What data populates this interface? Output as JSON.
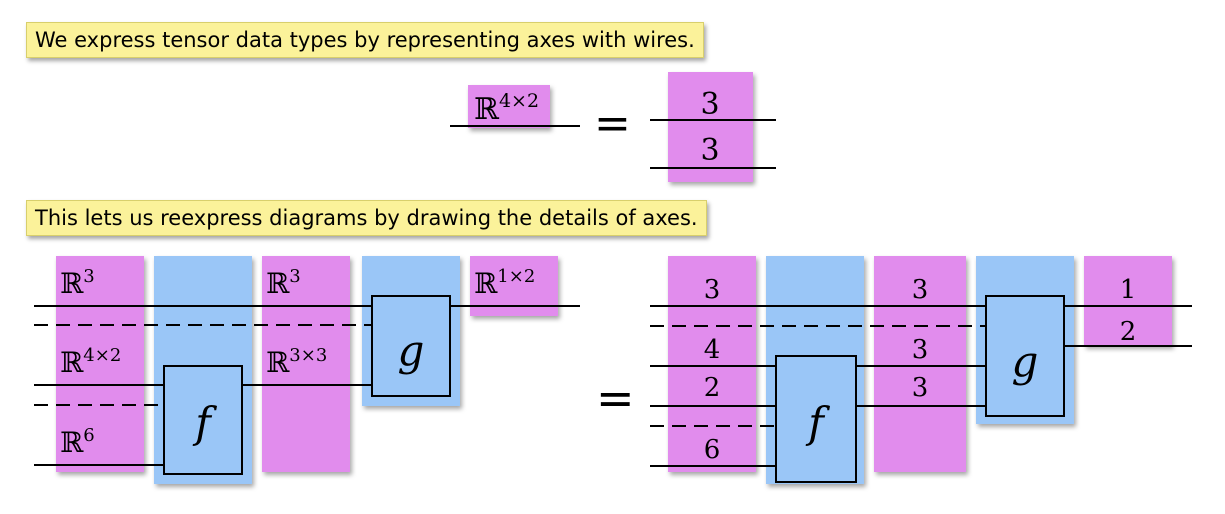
{
  "notes": {
    "top": "We express tensor data types by representing axes with wires.",
    "bottom": "This lets us reexpress diagrams by drawing the details of axes."
  },
  "colors": {
    "type_block": "#e18ced",
    "process_block": "#9ac6f7",
    "note_bg": "#fbf29a",
    "wire": "#000000"
  },
  "top_equation": {
    "lhs": {
      "base": "ℝ",
      "exp": "4×2"
    },
    "equals": "=",
    "rhs_axes": [
      "3",
      "3"
    ]
  },
  "bottom_equation": {
    "lhs": {
      "types": [
        {
          "base": "ℝ",
          "exp": "3"
        },
        {
          "base": "ℝ",
          "exp": "4×2"
        },
        {
          "base": "ℝ",
          "exp": "6"
        },
        {
          "base": "ℝ",
          "exp": "3"
        },
        {
          "base": "ℝ",
          "exp": "3×3"
        },
        {
          "base": "ℝ",
          "exp": "1×2"
        }
      ],
      "processes": [
        "f",
        "g"
      ]
    },
    "equals": "=",
    "rhs": {
      "axes_col1": [
        "3",
        "4",
        "2",
        "6"
      ],
      "axes_col3": [
        "3",
        "3",
        "3"
      ],
      "axes_col5": [
        "1",
        "2"
      ],
      "processes": [
        "f",
        "g"
      ]
    }
  }
}
